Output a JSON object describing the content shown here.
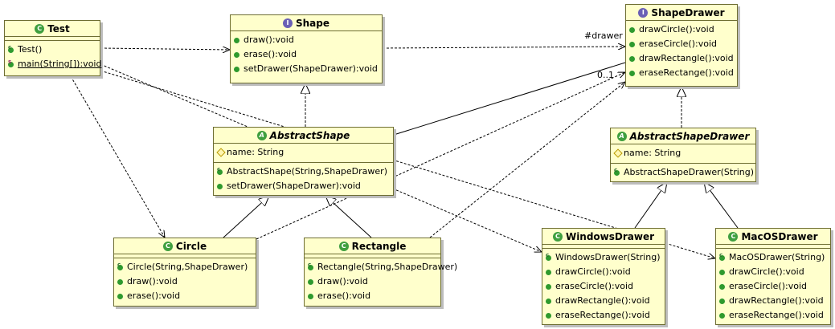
{
  "classes": {
    "test": {
      "name": "Test",
      "kind": "class",
      "attributes": [],
      "methods": [
        {
          "text": "Test()",
          "marker": "constructor"
        },
        {
          "text": "main(String[]):void",
          "marker": "static"
        }
      ]
    },
    "shape": {
      "name": "Shape",
      "kind": "interface",
      "methods": [
        {
          "text": "draw():void"
        },
        {
          "text": "erase():void"
        },
        {
          "text": "setDrawer(ShapeDrawer):void"
        }
      ]
    },
    "shapedrawer": {
      "name": "ShapeDrawer",
      "kind": "interface",
      "methods": [
        {
          "text": "drawCircle():void"
        },
        {
          "text": "eraseCircle():void"
        },
        {
          "text": "drawRectangle():void"
        },
        {
          "text": "eraseRectange():void"
        }
      ]
    },
    "abstractshape": {
      "name": "AbstractShape",
      "kind": "abstract",
      "attributes": [
        {
          "text": "name: String"
        }
      ],
      "methods": [
        {
          "text": "AbstractShape(String,ShapeDrawer)",
          "marker": "constructor"
        },
        {
          "text": "setDrawer(ShapeDrawer):void"
        }
      ]
    },
    "abstractshapedrawer": {
      "name": "AbstractShapeDrawer",
      "kind": "abstract",
      "attributes": [
        {
          "text": "name: String"
        }
      ],
      "methods": [
        {
          "text": "AbstractShapeDrawer(String)",
          "marker": "constructor"
        }
      ]
    },
    "circle": {
      "name": "Circle",
      "kind": "class",
      "attributes": [],
      "methods": [
        {
          "text": "Circle(String,ShapeDrawer)",
          "marker": "constructor"
        },
        {
          "text": "draw():void"
        },
        {
          "text": "erase():void"
        }
      ]
    },
    "rectangle": {
      "name": "Rectangle",
      "kind": "class",
      "attributes": [],
      "methods": [
        {
          "text": "Rectangle(String,ShapeDrawer)",
          "marker": "constructor"
        },
        {
          "text": "draw():void"
        },
        {
          "text": "erase():void"
        }
      ]
    },
    "windowsdrawer": {
      "name": "WindowsDrawer",
      "kind": "class",
      "attributes": [],
      "methods": [
        {
          "text": "WindowsDrawer(String)",
          "marker": "constructor"
        },
        {
          "text": "drawCircle():void"
        },
        {
          "text": "eraseCircle():void"
        },
        {
          "text": "drawRectangle():void"
        },
        {
          "text": "eraseRectange():void"
        }
      ]
    },
    "macosdrawer": {
      "name": "MacOSDrawer",
      "kind": "class",
      "attributes": [],
      "methods": [
        {
          "text": "MacOSDrawer(String)",
          "marker": "constructor"
        },
        {
          "text": "drawCircle():void"
        },
        {
          "text": "eraseCircle():void"
        },
        {
          "text": "drawRectangle():void"
        },
        {
          "text": "eraseRectange():void"
        }
      ]
    }
  },
  "edge_labels": {
    "role": "#drawer",
    "multiplicity": "0..1"
  },
  "relationships": [
    {
      "from": "Test",
      "to": "Shape",
      "type": "dependency"
    },
    {
      "from": "Test",
      "to": "Circle",
      "type": "dependency"
    },
    {
      "from": "Test",
      "to": "WindowsDrawer",
      "type": "dependency"
    },
    {
      "from": "Test",
      "to": "MacOSDrawer",
      "type": "dependency"
    },
    {
      "from": "Shape",
      "to": "ShapeDrawer",
      "type": "dependency"
    },
    {
      "from": "AbstractShape",
      "to": "Shape",
      "type": "realization"
    },
    {
      "from": "AbstractShape",
      "to": "ShapeDrawer",
      "type": "association"
    },
    {
      "from": "AbstractShapeDrawer",
      "to": "ShapeDrawer",
      "type": "realization"
    },
    {
      "from": "Circle",
      "to": "AbstractShape",
      "type": "generalization"
    },
    {
      "from": "Rectangle",
      "to": "AbstractShape",
      "type": "generalization"
    },
    {
      "from": "Circle",
      "to": "ShapeDrawer",
      "type": "dependency"
    },
    {
      "from": "Rectangle",
      "to": "ShapeDrawer",
      "type": "dependency"
    },
    {
      "from": "WindowsDrawer",
      "to": "AbstractShapeDrawer",
      "type": "generalization"
    },
    {
      "from": "MacOSDrawer",
      "to": "AbstractShapeDrawer",
      "type": "generalization"
    }
  ]
}
